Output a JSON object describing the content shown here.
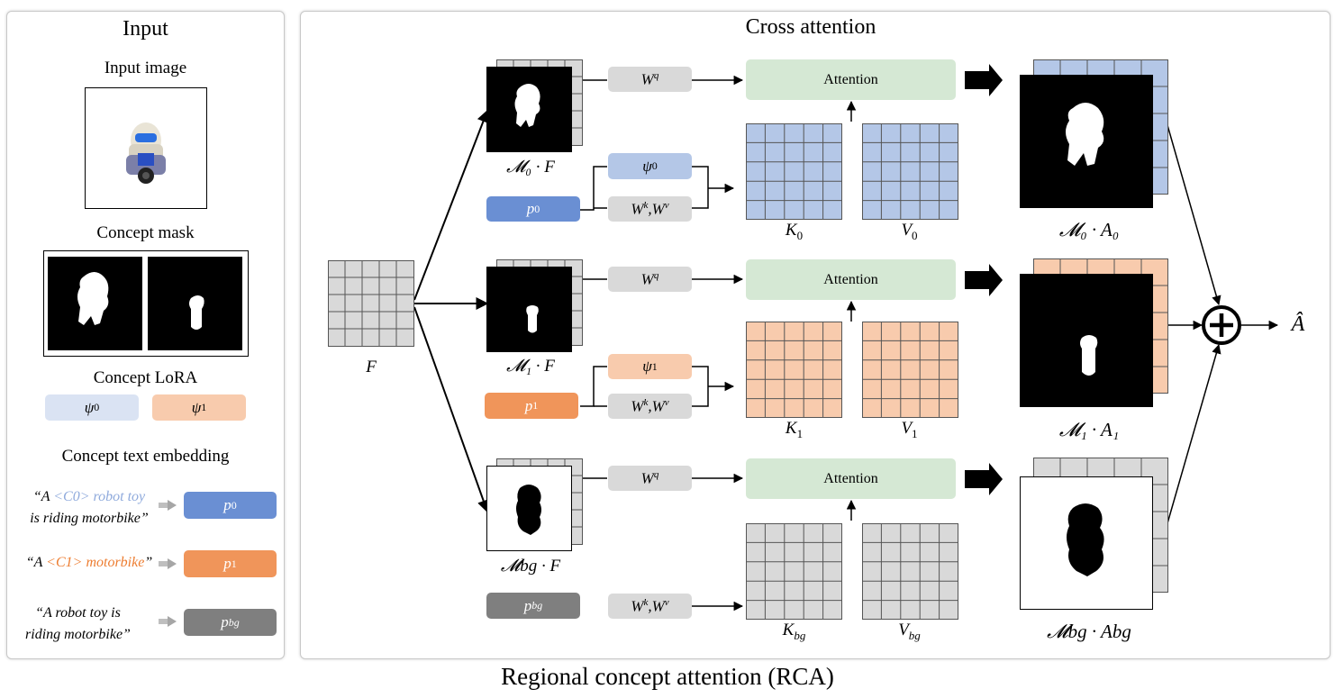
{
  "input_panel": {
    "title": "Input",
    "input_image_label": "Input image",
    "concept_mask_label": "Concept mask",
    "concept_lora_label": "Concept LoRA",
    "lora": [
      {
        "label": "ψ",
        "sub": "0",
        "color": "#dae3f3"
      },
      {
        "label": "ψ",
        "sub": "1",
        "color": "#f8cbad"
      }
    ],
    "text_embedding_label": "Concept text embedding",
    "prompts": [
      {
        "line1_pre": "“A ",
        "token": "<C0> robot toy",
        "token_color": "#8faadc",
        "line2": "is riding motorbike”",
        "embed": "p",
        "sub": "0",
        "color": "#6a8fd3"
      },
      {
        "line1_pre": "“A ",
        "token": "<C1> motorbike",
        "token_color": "#ed7d31",
        "line1_post": "”",
        "embed": "p",
        "sub": "1",
        "color": "#f0955a"
      },
      {
        "line1_pre": "“A  robot toy is",
        "line2": "riding motorbike”",
        "embed": "p",
        "sub": "bg",
        "color": "#7f7f7f"
      }
    ]
  },
  "main_panel": {
    "title": "Cross attention",
    "feature_label": "F",
    "rows": [
      {
        "mask_label": "𝓜₀ · F",
        "wq": "Wq",
        "psi": "ψ",
        "psi_sub": "0",
        "psi_color": "#b4c7e7",
        "p": "p",
        "p_sub": "0",
        "p_color": "#6a8fd3",
        "wkv": "Wk,Wv",
        "attention": "Attention",
        "k": "K",
        "k_sub": "0",
        "v": "V",
        "v_sub": "0",
        "grid_color": "#b4c7e7",
        "out_label": "𝓜₀ · A₀"
      },
      {
        "mask_label": "𝓜₁ · F",
        "wq": "Wq",
        "psi": "ψ",
        "psi_sub": "1",
        "psi_color": "#f8cbad",
        "p": "p",
        "p_sub": "1",
        "p_color": "#f0955a",
        "wkv": "Wk,Wv",
        "attention": "Attention",
        "k": "K",
        "k_sub": "1",
        "v": "V",
        "v_sub": "1",
        "grid_color": "#f8cbad",
        "out_label": "𝓜₁ · A₁"
      },
      {
        "mask_label": "𝓜bg · F",
        "wq": "Wq",
        "p": "p",
        "p_sub": "bg",
        "p_color": "#7f7f7f",
        "wkv": "Wk,Wv",
        "attention": "Attention",
        "k": "K",
        "k_sub": "bg",
        "v": "V",
        "v_sub": "bg",
        "grid_color": "#d9d9d9",
        "out_label": "𝓜bg · Abg"
      }
    ],
    "output_label": "Â",
    "attention_color": "#d5e8d4"
  },
  "caption": "Regional concept attention (RCA)"
}
